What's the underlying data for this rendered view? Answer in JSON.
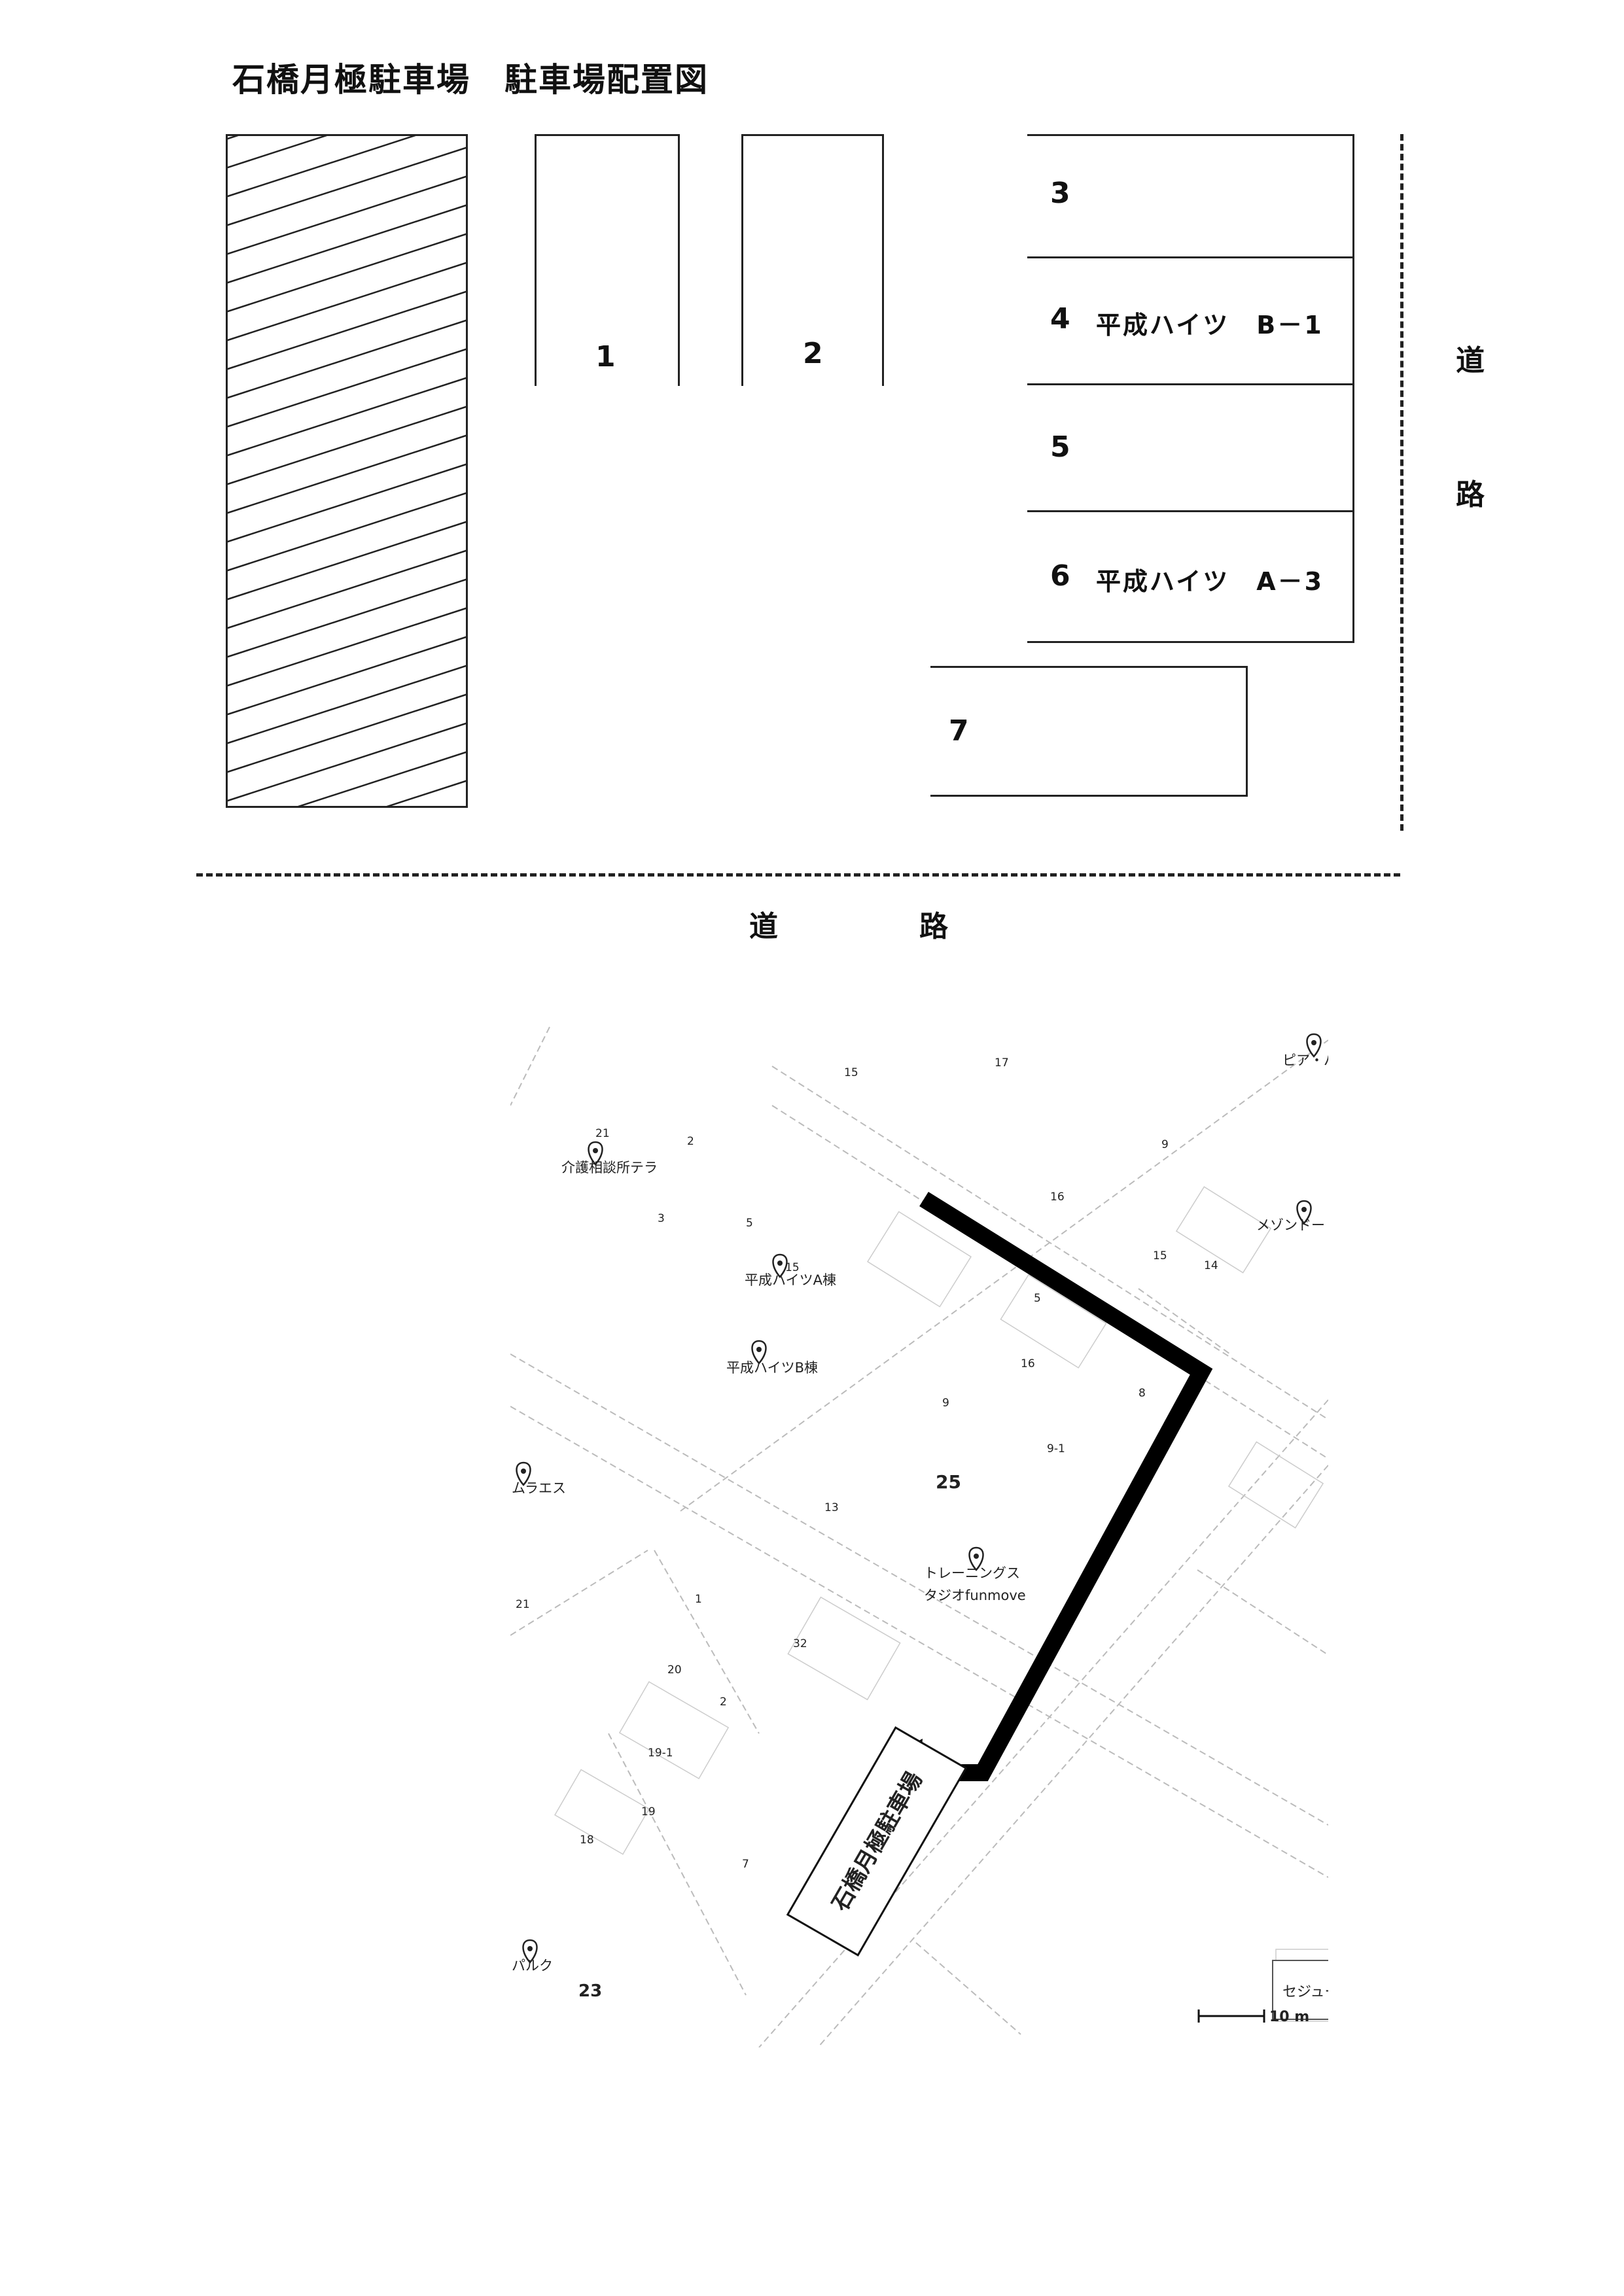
{
  "title": "石橋月極駐車場　駐車場配置図",
  "layout": {
    "slots": [
      {
        "num": "1",
        "label": ""
      },
      {
        "num": "2",
        "label": ""
      },
      {
        "num": "3",
        "label": ""
      },
      {
        "num": "4",
        "label": "平成ハイツ　B－1"
      },
      {
        "num": "5",
        "label": ""
      },
      {
        "num": "6",
        "label": "平成ハイツ　A－3"
      },
      {
        "num": "7",
        "label": ""
      }
    ],
    "road_right": [
      "道",
      "路"
    ],
    "road_bottom": [
      "道",
      "路"
    ]
  },
  "map": {
    "pins": [
      {
        "label": "ピア・パ"
      },
      {
        "label": "介護相談所テラ"
      },
      {
        "label": "メゾンドー"
      },
      {
        "label": "平成ハイツA棟"
      },
      {
        "label": "平成ハイツB棟"
      },
      {
        "label": "ムラエス"
      },
      {
        "label": "トレーニングス"
      },
      {
        "label": "タジオfunmove"
      },
      {
        "label": "パルク"
      }
    ],
    "lot_name": "石橋月極駐車場",
    "block_numbers": [
      "15",
      "17",
      "21",
      "2",
      "3",
      "5",
      "16",
      "9",
      "15",
      "14",
      "15",
      "5",
      "16",
      "8",
      "9",
      "9-1",
      "25",
      "13",
      "1",
      "32",
      "20",
      "2",
      "19-1",
      "19",
      "18",
      "7",
      "21",
      "23"
    ],
    "poi_box": "セジュー",
    "scale": "10 m"
  }
}
